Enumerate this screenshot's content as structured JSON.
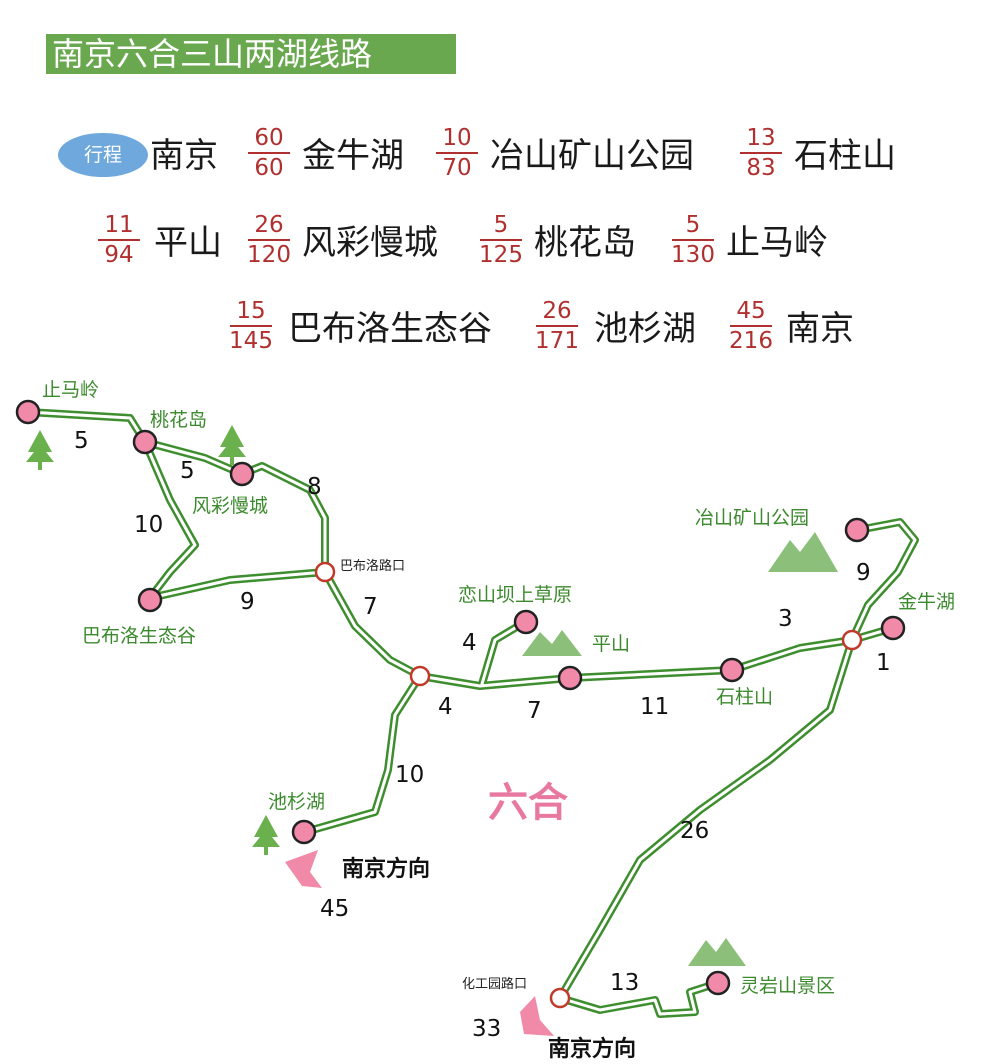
{
  "title": "南京六合三山两湖线路",
  "itinerary": {
    "badge": "行程",
    "stops": [
      "南京",
      "金牛湖",
      "冶山矿山公园",
      "石柱山",
      "平山",
      "风彩慢城",
      "桃花岛",
      "止马岭",
      "巴布洛生态谷",
      "池杉湖",
      "南京"
    ],
    "legs": [
      {
        "leg": "60",
        "total": "60"
      },
      {
        "leg": "10",
        "total": "70"
      },
      {
        "leg": "13",
        "total": "83"
      },
      {
        "leg": "11",
        "total": "94"
      },
      {
        "leg": "26",
        "total": "120"
      },
      {
        "leg": "5",
        "total": "125"
      },
      {
        "leg": "5",
        "total": "130"
      },
      {
        "leg": "15",
        "total": "145"
      },
      {
        "leg": "26",
        "total": "171"
      },
      {
        "leg": "45",
        "total": "216"
      }
    ]
  },
  "map": {
    "region": "六合",
    "places": {
      "zhimaling": "止马岭",
      "taohuadao": "桃花岛",
      "fengcai": "风彩慢城",
      "babuluo_junction": "巴布洛路口",
      "babuluo": "巴布洛生态谷",
      "lianshan": "恋山坝上草原",
      "pingshan": "平山",
      "shizhushan": "石柱山",
      "yeshan": "冶山矿山公园",
      "jinniuhu": "金牛湖",
      "chishanhu": "池杉湖",
      "huagongyuan_junction": "化工园路口",
      "lingyanshan": "灵岩山景区"
    },
    "direction_labels": [
      "南京方向",
      "南京方向"
    ],
    "distances": {
      "zhimaling_taohuadao": "5",
      "taohuadao_fengcai": "5",
      "taohuadao_babuluo": "10",
      "fengcai_junction": "8",
      "babuluo_junction": "9",
      "junction_center": "7",
      "lianshan": "4",
      "center_fork": "4",
      "fork_pingshan": "7",
      "pingshan_shizhushan": "11",
      "shizhushan_east": "3",
      "east_jinniuhu": "1",
      "yeshan_east": "9",
      "center_chishanhu": "10",
      "chishanhu_nanjing": "45",
      "east_huagongyuan": "26",
      "huagongyuan_lingyan": "13",
      "huagongyuan_nanjing": "33"
    },
    "colors": {
      "road_outer": "#3e8e2f",
      "road_inner": "#ffffff",
      "stop_fill": "#f08aa8",
      "junction_fill": "#ffffff",
      "junction_stroke": "#c0392b",
      "label_green": "#3c8a2e",
      "region_pink": "#e878a0"
    }
  }
}
